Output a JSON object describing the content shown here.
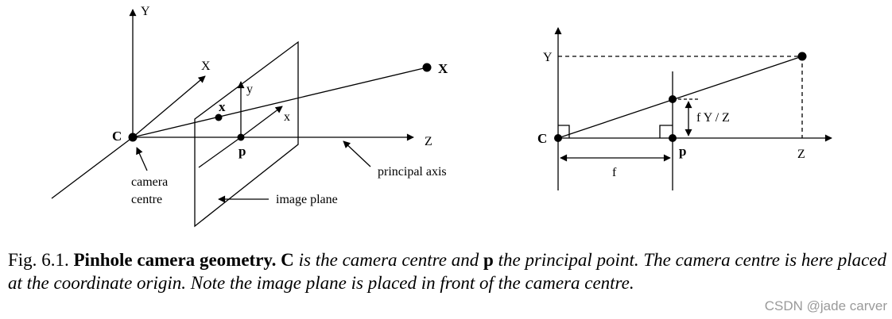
{
  "figure": {
    "left": {
      "axis_Y": "Y",
      "axis_X": "X",
      "axis_Z": "Z",
      "camera_point": "C",
      "world_point": "X",
      "image_point": "x",
      "image_axis_y": "y",
      "image_axis_x": "x",
      "principal_point": "p",
      "camera_centre_line1": "camera",
      "camera_centre_line2": "centre",
      "image_plane": "image plane",
      "principal_axis": "principal axis"
    },
    "right": {
      "axis_Y": "Y",
      "axis_Z": "Z",
      "camera_point": "C",
      "principal_point": "p",
      "focal_length": "f",
      "image_height": "f Y / Z"
    }
  },
  "caption": {
    "fig_num": "Fig. 6.1.",
    "title": "Pinhole camera geometry.",
    "C_symbol": "C",
    "part1": "is the camera centre and",
    "p_symbol": "p",
    "part2": "the principal point. The camera centre is here placed at the coordinate origin. Note the image plane is placed in front of the camera centre."
  },
  "watermark": "CSDN @jade carver"
}
